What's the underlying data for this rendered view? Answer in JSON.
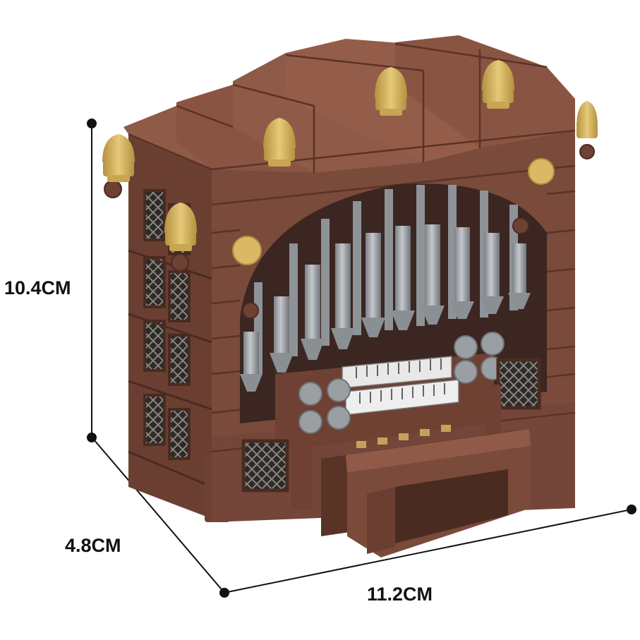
{
  "dimensions": {
    "height": "10.4CM",
    "depth": "4.8CM",
    "width": "11.2CM"
  },
  "colors": {
    "background": "#ffffff",
    "brick_brown": "#7a4a3a",
    "brick_brown_dark": "#5a3327",
    "brick_brown_light": "#8f5a47",
    "pipe_gray": "#9a9fa4",
    "pipe_gray_dark": "#6f7479",
    "pipe_gray_light": "#c4c8cc",
    "finial_tan": "#d9b866",
    "finial_tan_dark": "#b3923f",
    "keys_white": "#eeeeee",
    "lattice_dark": "#2e2a28",
    "dimension_line": "#111111"
  },
  "subject": "pipe-organ-brick-model"
}
